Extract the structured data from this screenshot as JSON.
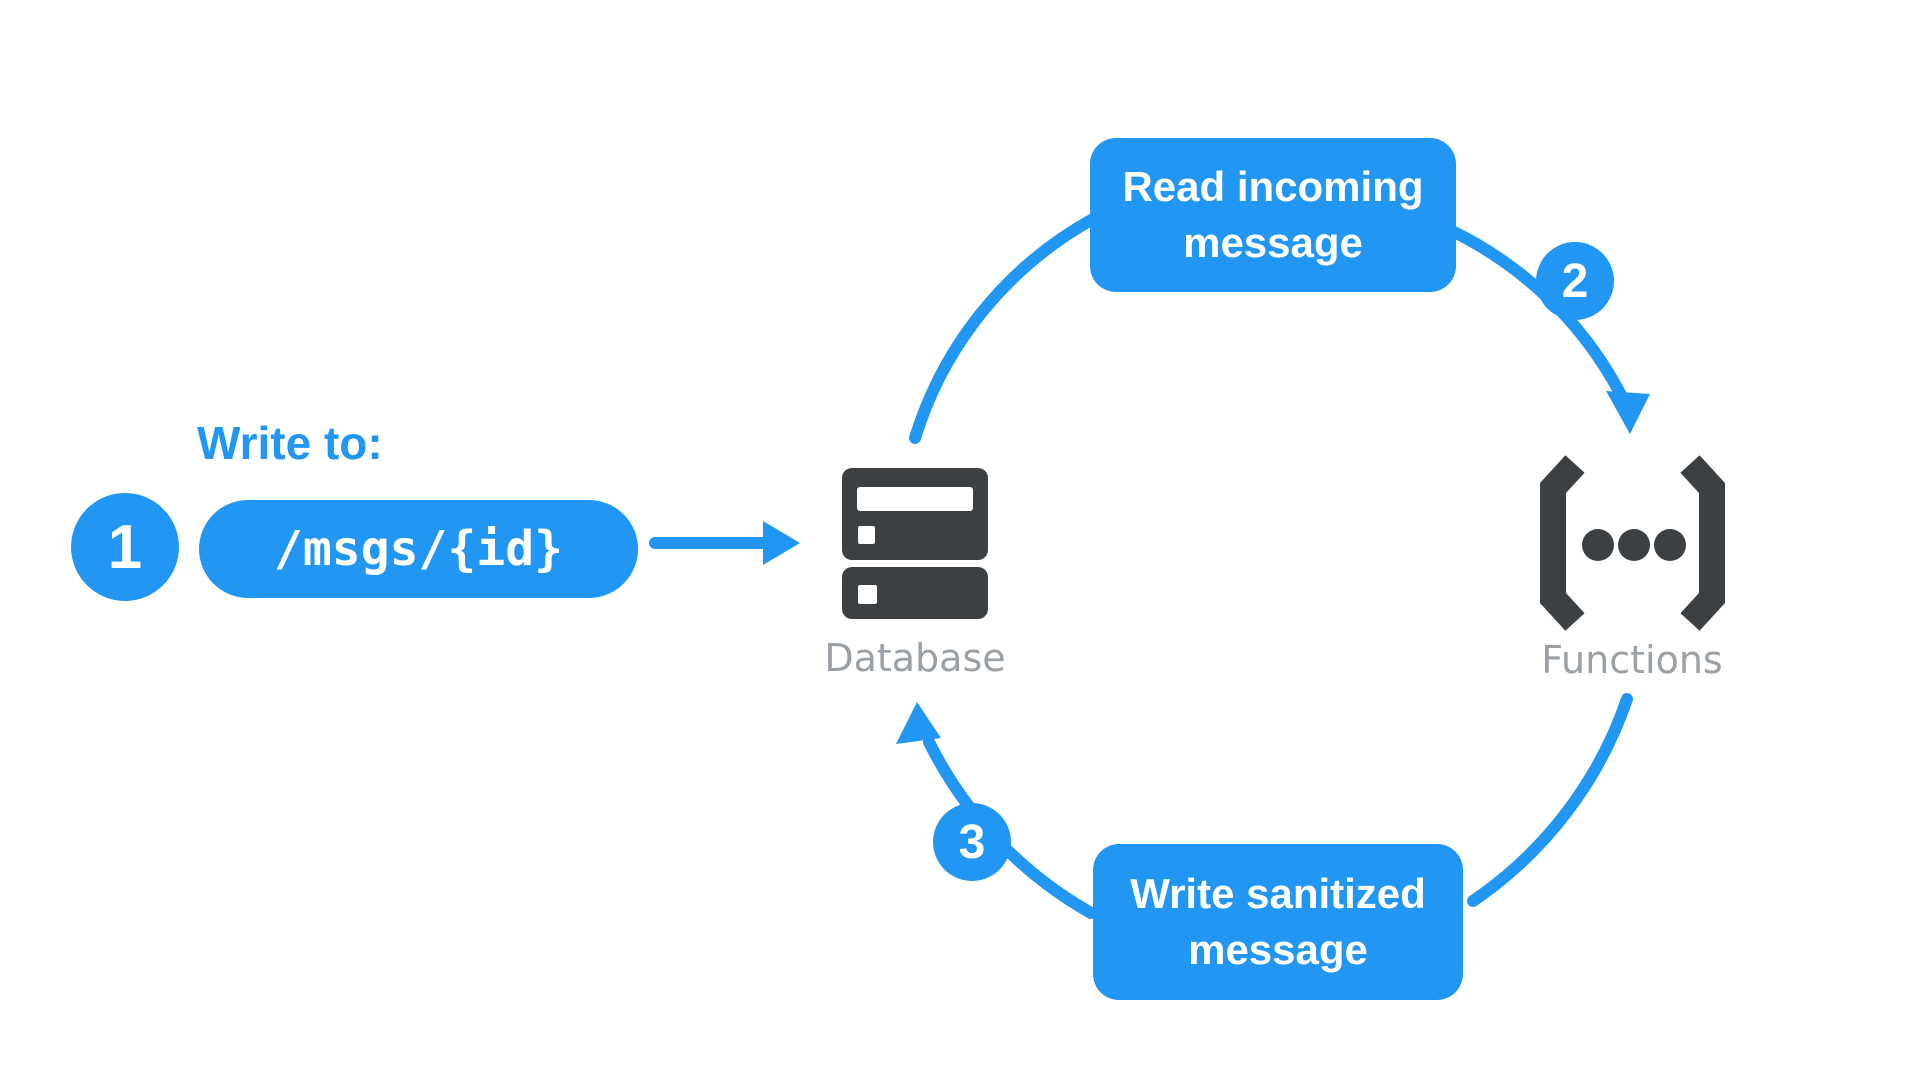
{
  "colors": {
    "accent": "#2196F3",
    "icon": "#3C4043",
    "node_label": "#9AA0A6",
    "background": "#FFFFFF",
    "text_on_accent": "#FFFFFF"
  },
  "diagram": {
    "step1": {
      "badge": "1",
      "heading": "Write to:",
      "path_pill": "/msgs/{id}"
    },
    "step2": {
      "badge": "2",
      "label": "Read incoming message"
    },
    "step3": {
      "badge": "3",
      "label": "Write sanitized message"
    },
    "nodes": {
      "database": {
        "label": "Database"
      },
      "functions": {
        "label": "Functions"
      }
    }
  }
}
